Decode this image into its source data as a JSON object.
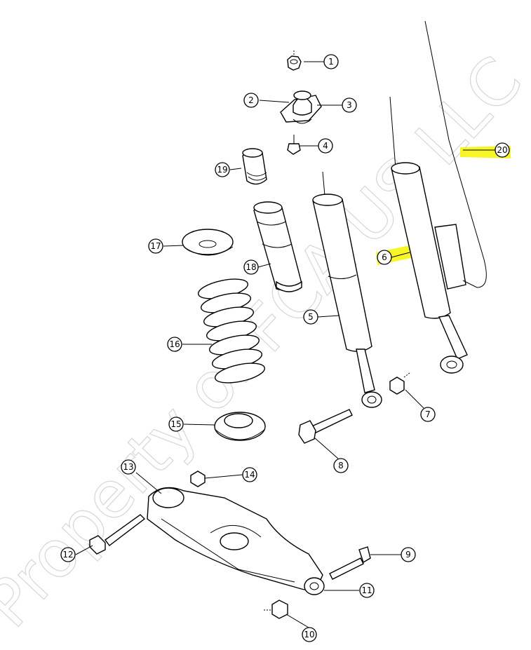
{
  "diagram": {
    "watermark_text": "Property of FCA US LLC",
    "highlight_color": "#f5f500",
    "callouts": [
      {
        "num": "1",
        "part": "nut"
      },
      {
        "num": "2",
        "part": "mount-stud"
      },
      {
        "num": "3",
        "part": "upper-shock-mount"
      },
      {
        "num": "4",
        "part": "bolt"
      },
      {
        "num": "5",
        "part": "shock-absorber"
      },
      {
        "num": "6",
        "part": "shock-absorber-electronic",
        "highlighted": true
      },
      {
        "num": "7",
        "part": "nut"
      },
      {
        "num": "8",
        "part": "bolt"
      },
      {
        "num": "9",
        "part": "bolt"
      },
      {
        "num": "10",
        "part": "nut"
      },
      {
        "num": "11",
        "part": "bushing"
      },
      {
        "num": "12",
        "part": "bolt"
      },
      {
        "num": "13",
        "part": "lower-control-arm"
      },
      {
        "num": "14",
        "part": "nut"
      },
      {
        "num": "15",
        "part": "lower-spring-isolator"
      },
      {
        "num": "16",
        "part": "coil-spring"
      },
      {
        "num": "17",
        "part": "upper-spring-isolator"
      },
      {
        "num": "18",
        "part": "dust-boot"
      },
      {
        "num": "19",
        "part": "jounce-bumper"
      },
      {
        "num": "20",
        "part": "wiring-harness",
        "highlighted": true
      }
    ]
  }
}
